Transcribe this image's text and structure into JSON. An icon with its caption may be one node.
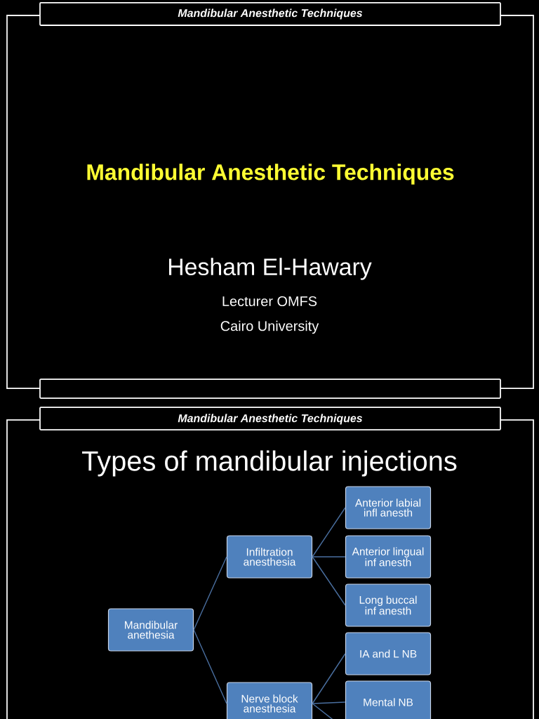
{
  "diagram": {
    "title": "Types of mandibular injections",
    "nodes": [
      {
        "text": [
          "Mandibular anethesia"
        ]
      },
      {
        "text": [
          "Infiltration anesthesia"
        ]
      },
      {
        "text": [
          "Nerve block anesthesia"
        ]
      },
      {
        "text": [
          "Anterior labial infl anesth"
        ]
      },
      {
        "text": [
          "Anterior lingual inf anesth"
        ]
      },
      {
        "text": [
          "Long buccal inf anesth"
        ]
      },
      {
        "text": [
          "IA and L NB"
        ]
      },
      {
        "text": [
          "Mental NB"
        ]
      }
    ],
    "edges": [
      {
        "from": 0,
        "to": 1,
        "arrow": "none"
      },
      {
        "from": 0,
        "to": 2,
        "arrow": "none"
      },
      {
        "from": 1,
        "to": 3,
        "arrow": "none"
      },
      {
        "from": 1,
        "to": 4,
        "arrow": "none"
      },
      {
        "from": 1,
        "to": 5,
        "arrow": "none"
      },
      {
        "from": 2,
        "to": 6,
        "arrow": "none"
      },
      {
        "from": 2,
        "to": 7,
        "arrow": "none"
      },
      {
        "from": 2,
        "to": null,
        "arrow": "none"
      }
    ],
    "labels": [
      "Mandibular Anesthetic Techniques",
      "Mandibular Anesthetic Techniques",
      "Hesham El-Hawary",
      "Lecturer OMFS",
      "Cairo University",
      "Mandibular Anesthetic Techniques"
    ]
  }
}
